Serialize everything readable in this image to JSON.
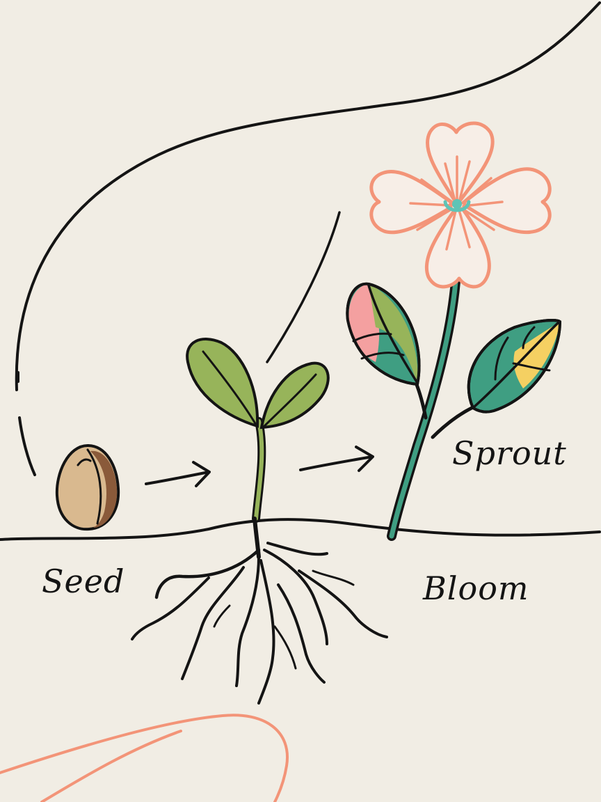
{
  "labels": {
    "seed": "Seed",
    "sprout": "Sprout",
    "bloom": "Bloom"
  },
  "colors": {
    "background": "#f1ede4",
    "ink": "#141414",
    "seed_tan": "#d9b98f",
    "seed_brown": "#8a5a3a",
    "sprout_green": "#97b45a",
    "stem_teal": "#3f9e82",
    "petal_coral": "#f39478",
    "leaf_pink": "#f4a0a0",
    "leaf_yellow": "#f5d062",
    "flower_center": "#5ec4b6"
  },
  "icons": [
    "seed-icon",
    "sprout-icon",
    "roots-icon",
    "flower-icon",
    "arrow-right-icon"
  ]
}
